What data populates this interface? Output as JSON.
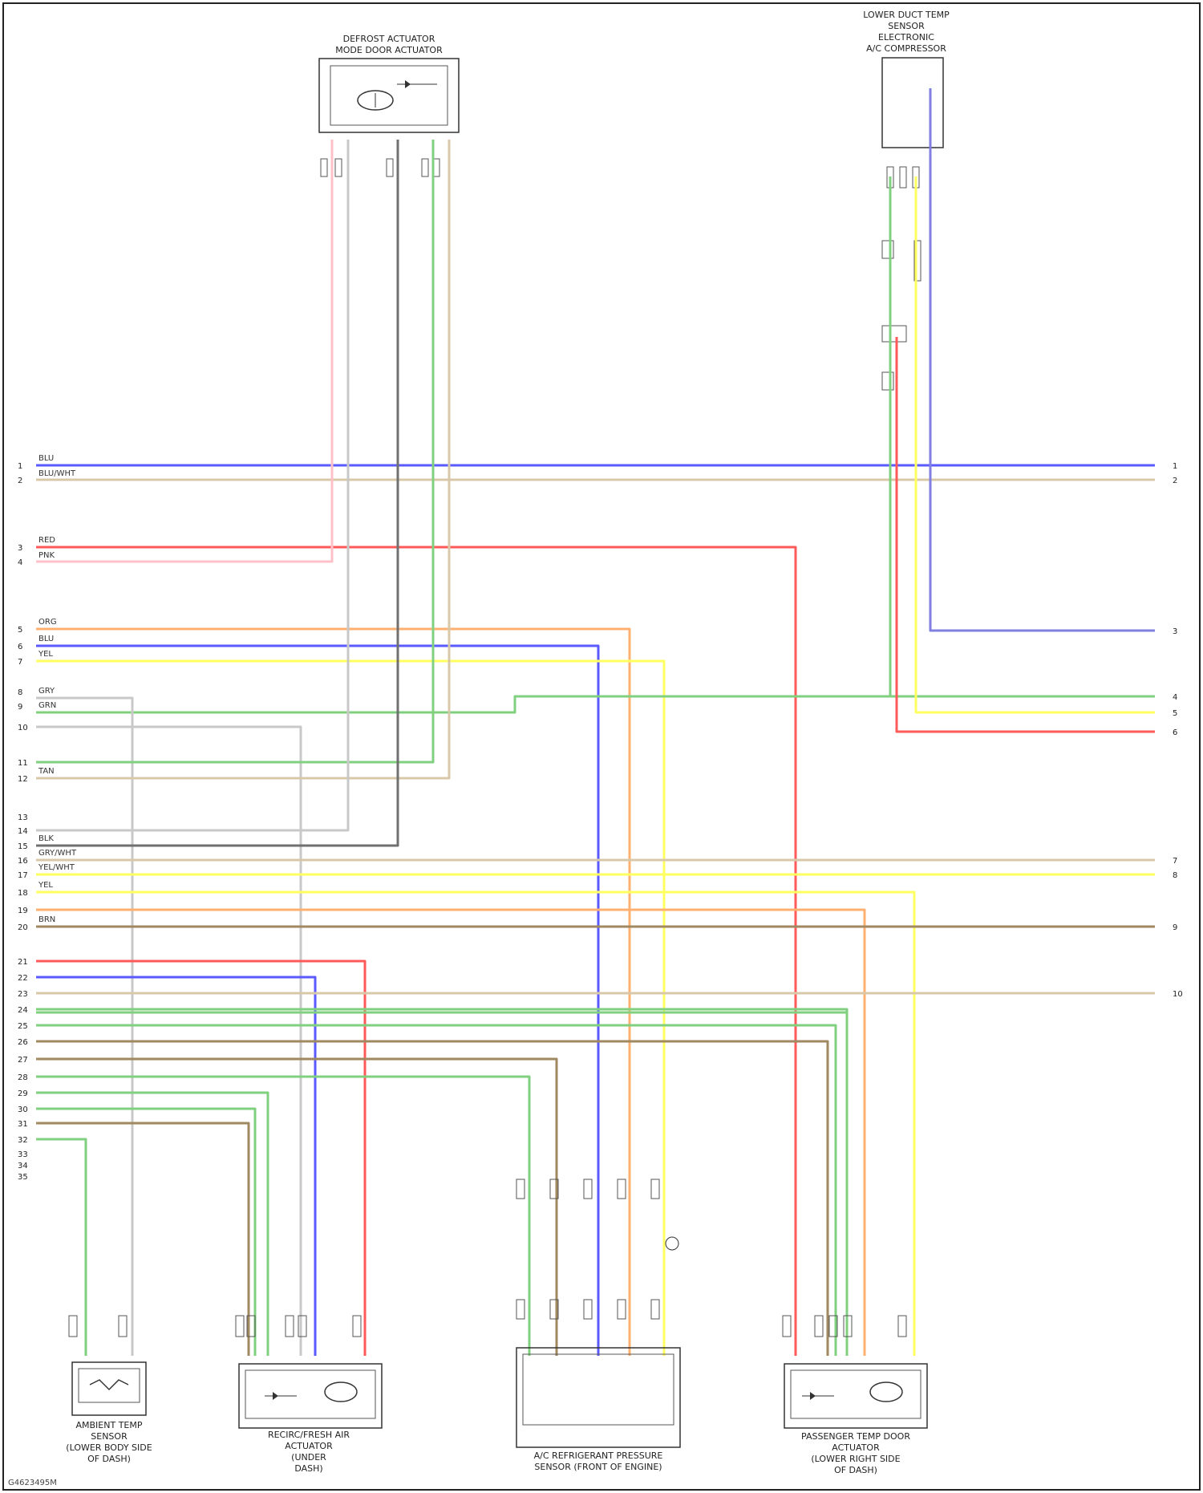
{
  "colors": {
    "blue": "#5a5aff",
    "tan": "#d8c8a8",
    "red": "#ff5a5a",
    "pink": "#ffc0c8",
    "orange": "#ffb070",
    "yellow": "#ffff60",
    "green": "#80d080",
    "gray": "#c8c8c8",
    "dark": "#707070",
    "brown": "#a08860",
    "violet": "#8080e0"
  },
  "components": {
    "top_motor": [
      "DEFROST ACTUATOR",
      "MODE DOOR ACTUATOR"
    ],
    "top_right": [
      "LOWER DUCT TEMP",
      "SENSOR",
      "ELECTRONIC",
      "A/C COMPRESSOR"
    ],
    "bot_1": [
      "AMBIENT TEMP",
      "SENSOR",
      "(LOWER BODY SIDE",
      "OF DASH)"
    ],
    "bot_2": [
      "RECIRC/FRESH AIR",
      "ACTUATOR",
      "(UNDER",
      "DASH)"
    ],
    "bot_3": [
      "A/C REFRIGERANT PRESSURE",
      "SENSOR (FRONT OF ENGINE)"
    ],
    "bot_4": [
      "PASSENGER TEMP DOOR",
      "ACTUATOR",
      "(LOWER RIGHT SIDE",
      "OF DASH)"
    ]
  },
  "left_pins": [
    "1",
    "2",
    "3",
    "4",
    "5",
    "6",
    "7",
    "8",
    "9",
    "10",
    "11",
    "12",
    "13",
    "14",
    "15",
    "16",
    "17",
    "18",
    "19",
    "20",
    "21",
    "22",
    "23",
    "24",
    "25",
    "26",
    "27",
    "28",
    "29",
    "30",
    "31",
    "32",
    "33",
    "34",
    "35"
  ],
  "right_pins": [
    "1",
    "2",
    "3",
    "4",
    "5",
    "6",
    "7",
    "8",
    "9",
    "10"
  ],
  "tags": {
    "t1": "BLU",
    "t2": "BLU/WHT",
    "t3": "RED",
    "t4": "PNK",
    "t5": "ORG",
    "t6": "BLU",
    "t7": "YEL",
    "t8": "GRN",
    "t9": "GRY",
    "t10": "TAN",
    "t11": "BLK",
    "t12": "GRY/WHT",
    "t13": "YEL/WHT",
    "t14": "YEL",
    "t15": "BRN"
  },
  "footer": "G4623495M"
}
